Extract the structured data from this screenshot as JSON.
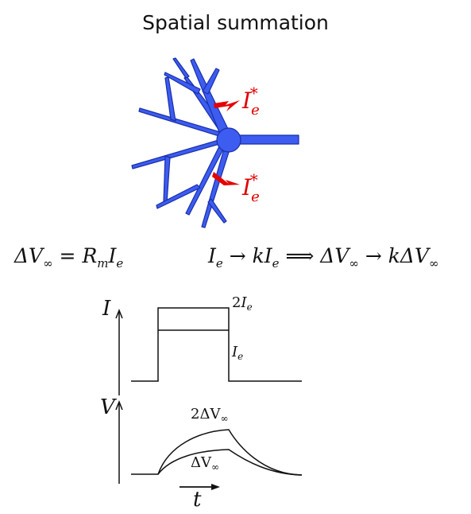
{
  "title": "Spatial summation",
  "input_label_top": {
    "base": "I",
    "sub": "e",
    "sup": "*"
  },
  "input_label_bottom": {
    "base": "I",
    "sub": "e",
    "sup": "*"
  },
  "equation_left": {
    "delta_v": "ΔV",
    "inf": "∞",
    "eq": " = ",
    "r": "R",
    "m": "m",
    "i": "I",
    "e": "e"
  },
  "equation_right": {
    "i": "I",
    "e": "e",
    "arrow": " → ",
    "k": "k",
    "i2": "I",
    "e2": "e",
    "implies": " ⟹ ",
    "dv": "ΔV",
    "inf": "∞",
    "arrow2": " → ",
    "k2": "k",
    "dv2": "ΔV",
    "inf2": "∞"
  },
  "current_plot": {
    "y_axis_label": "I",
    "upper_level_label": {
      "coef": "2",
      "base": "I",
      "sub": "e"
    },
    "lower_level_label": {
      "base": "I",
      "sub": "e"
    }
  },
  "voltage_plot": {
    "y_axis_label": "V",
    "upper_curve_label": {
      "coef": "2ΔV",
      "sub": "∞"
    },
    "lower_curve_label": {
      "base": "ΔV",
      "sub": "∞"
    }
  },
  "time_label": "t",
  "colors": {
    "neuron": "#3d5cf0",
    "neuron_edge": "#1a2fa8",
    "arrow": "#e60000",
    "ink": "#111111"
  }
}
